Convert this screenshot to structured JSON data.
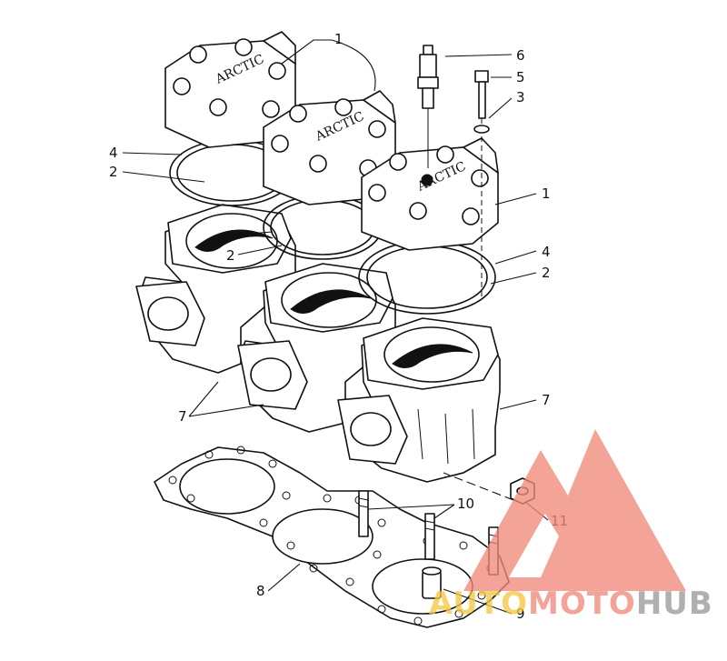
{
  "callouts": [
    {
      "id": "c1a",
      "label": "1"
    },
    {
      "id": "c1b",
      "label": "1"
    },
    {
      "id": "c2a",
      "label": "2"
    },
    {
      "id": "c2b",
      "label": "2"
    },
    {
      "id": "c2c",
      "label": "2"
    },
    {
      "id": "c3",
      "label": "3"
    },
    {
      "id": "c4a",
      "label": "4"
    },
    {
      "id": "c4b",
      "label": "4"
    },
    {
      "id": "c4c",
      "label": "4"
    },
    {
      "id": "c5",
      "label": "5"
    },
    {
      "id": "c6",
      "label": "6"
    },
    {
      "id": "c7a",
      "label": "7"
    },
    {
      "id": "c7b",
      "label": "7"
    },
    {
      "id": "c8",
      "label": "8"
    },
    {
      "id": "c9",
      "label": "9"
    },
    {
      "id": "c10",
      "label": "10"
    },
    {
      "id": "c11",
      "label": "11"
    }
  ],
  "watermark": {
    "part1": "AUTO",
    "part2": "MOTO",
    "part3": "HUB",
    "colors": {
      "auto": "#f5c842",
      "moto": "#f08a7a",
      "hub": "#9a9a9a",
      "triangle": "#f08a7a"
    }
  }
}
